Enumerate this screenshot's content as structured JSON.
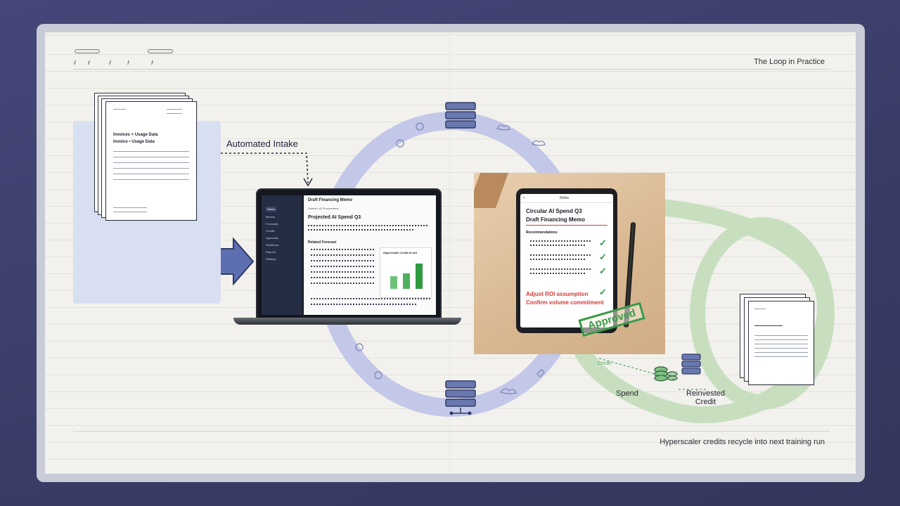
{
  "header": {
    "title": "The Loop in Practice"
  },
  "footer": {
    "caption": "Hyperscaler credits recycle into next training run"
  },
  "intake": {
    "label": "Automated Intake",
    "doc_line1": "Invoices + Usage Data",
    "doc_line2": "Invoice • Usage Data"
  },
  "laptop": {
    "app_header": "Draft Financing Memo",
    "sub_header": "Submit • AI Procurement",
    "doc_title": "Projected AI Spend Q3",
    "section_title": "Related Forecast",
    "chart_title": "Hyperscaler Credit AI Aid",
    "sidebar_items": [
      "Home",
      "Memos",
      "Forecasts",
      "Credits",
      "Approvals",
      "Workflows",
      "Reports",
      "Settings"
    ]
  },
  "review": {
    "tablet_header": "Notes",
    "memo_title_1": "Circular AI Spend Q3",
    "memo_title_2": "Draft Financing Memo",
    "section": "Recommendations",
    "red_line_1": "Adjust ROI assumption",
    "red_line_2": "Confirm volume commitment",
    "stamp": "Approved"
  },
  "credit_loop": {
    "spend_label": "Spend",
    "reinvested_label_1": "Reinvested",
    "reinvested_label_2": "Credit",
    "arrow_text": "Credit"
  },
  "colors": {
    "loop_purple": "#bfc3e6",
    "loop_green": "#c2dcb9",
    "accent_green": "#3a9a4a",
    "ink": "#23253a"
  }
}
